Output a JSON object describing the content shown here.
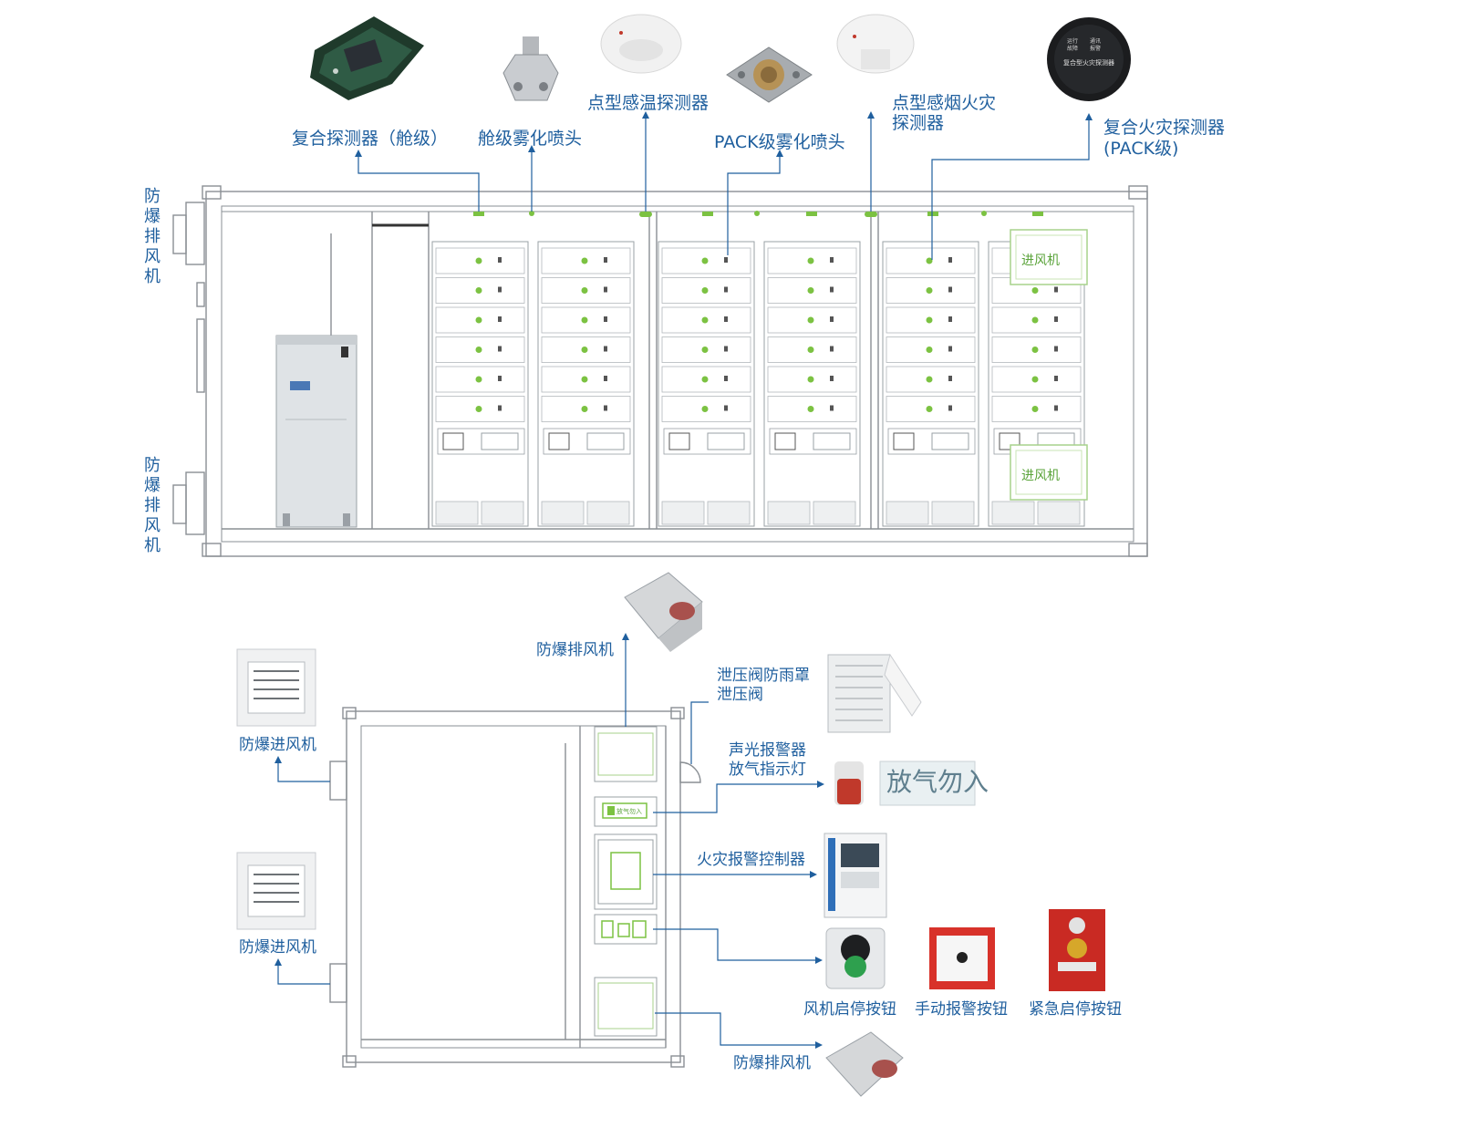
{
  "top_view": {
    "callouts": {
      "composite_detector_cabin": "复合探测器（舱级）",
      "cabin_atomizing_nozzle": "舱级雾化喷头",
      "point_heat_detector": "点型感温探测器",
      "pack_atomizing_nozzle": "PACK级雾化喷头",
      "point_smoke_detector": "点型感烟火灾探测器",
      "composite_fire_detector_line1": "复合火灾探测器",
      "composite_fire_detector_line2": "(PACK级)"
    },
    "side_labels": {
      "exhaust_fan_upper": "防爆排风机",
      "exhaust_fan_lower": "防爆排风机"
    },
    "inlet_fan_upper": "进风机",
    "inlet_fan_lower": "进风机",
    "detector_device_label": "复合型火灾探测器",
    "detector_device_indicators": [
      "运行",
      "通讯",
      "故障",
      "报警"
    ]
  },
  "bottom_view": {
    "callouts": {
      "exhaust_fan_top": "防爆排风机",
      "relief_valve_line1": "泄压阀防雨罩",
      "relief_valve_line2": "泄压阀",
      "alarm_line1": "声光报警器",
      "alarm_line2": "放气指示灯",
      "gas_release_sign": "放气勿入",
      "fire_alarm_controller": "火灾报警控制器",
      "fan_start_stop_button": "风机启停按钮",
      "manual_alarm_button": "手动报警按钮",
      "emergency_start_stop_button": "紧急启停按钮",
      "exhaust_fan_bottom": "防爆排风机",
      "inlet_fan_upper": "防爆进风机",
      "inlet_fan_lower": "防爆进风机"
    },
    "panel_sign_text": "放气勿入"
  },
  "colors": {
    "label_blue": "#1f5f9e",
    "line_gray": "#8a8f94",
    "accent_green": "#7cc242",
    "alarm_red": "#d8322a"
  }
}
